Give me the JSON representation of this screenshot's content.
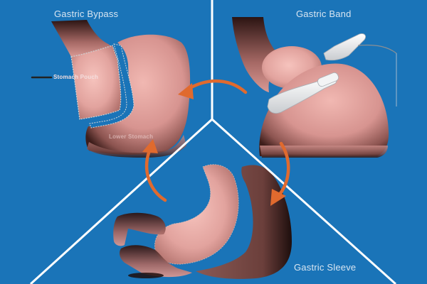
{
  "diagram": {
    "background_color": "#1a74b8",
    "divider_color": "#ffffff",
    "arrow_color": "#e06a2e",
    "tissue_color": "#e3a19c",
    "tissue_shadow_color": "#4a2520",
    "sections": [
      {
        "id": "gastric-bypass",
        "title": "Gastric Bypass",
        "labels": [
          "Stomach Pouch",
          "Lower Stomach"
        ]
      },
      {
        "id": "gastric-band",
        "title": "Gastric Band",
        "labels": []
      },
      {
        "id": "gastric-sleeve",
        "title": "Gastric Sleeve",
        "labels": []
      }
    ],
    "arrows": [
      {
        "from": "gastric-band",
        "to": "gastric-bypass"
      },
      {
        "from": "gastric-band",
        "to": "gastric-sleeve"
      },
      {
        "from": "gastric-sleeve",
        "to": "gastric-bypass"
      }
    ]
  }
}
